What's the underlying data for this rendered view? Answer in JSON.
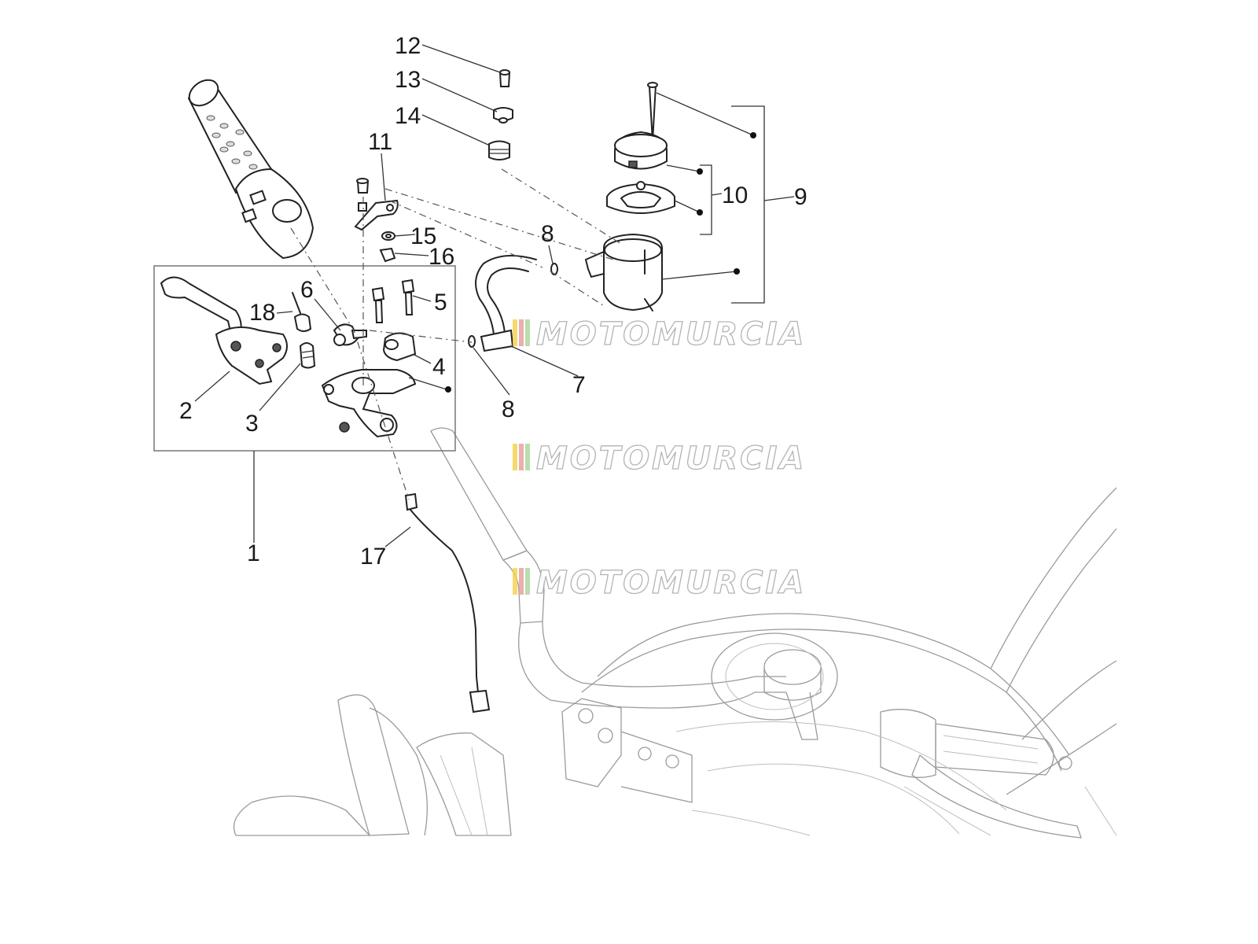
{
  "callouts": [
    {
      "id": "1",
      "label": "1"
    },
    {
      "id": "2",
      "label": "2"
    },
    {
      "id": "3",
      "label": "3"
    },
    {
      "id": "4",
      "label": "4"
    },
    {
      "id": "5",
      "label": "5"
    },
    {
      "id": "6",
      "label": "6"
    },
    {
      "id": "7",
      "label": "7"
    },
    {
      "id": "8a",
      "label": "8"
    },
    {
      "id": "8b",
      "label": "8"
    },
    {
      "id": "9",
      "label": "9"
    },
    {
      "id": "10",
      "label": "10"
    },
    {
      "id": "11",
      "label": "11"
    },
    {
      "id": "12",
      "label": "12"
    },
    {
      "id": "13",
      "label": "13"
    },
    {
      "id": "14",
      "label": "14"
    },
    {
      "id": "15",
      "label": "15"
    },
    {
      "id": "16",
      "label": "16"
    },
    {
      "id": "17",
      "label": "17"
    },
    {
      "id": "18",
      "label": "18"
    }
  ],
  "watermark": {
    "text": "MOTOMURCIA",
    "stripe_colors": [
      "#f2d14a",
      "#e89a9a",
      "#a8d49a"
    ]
  },
  "colors": {
    "line": "#222222",
    "ghost": "#9a9a9a",
    "background": "#ffffff"
  }
}
